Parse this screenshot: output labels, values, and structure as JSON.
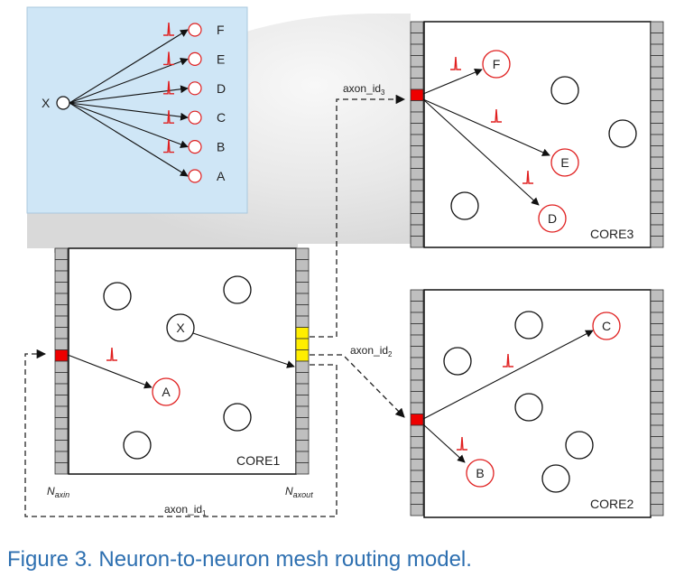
{
  "figure": {
    "caption": "Figure 3. Neuron-to-neuron mesh routing model."
  },
  "inset": {
    "source": "X",
    "targets": [
      "F",
      "E",
      "D",
      "C",
      "B",
      "A"
    ]
  },
  "cores": {
    "core1": {
      "label": "CORE1",
      "neurons": [
        "X",
        "A"
      ],
      "axin_label": "N",
      "axin_sub": "axin",
      "axout_label": "N",
      "axout_sub": "axout"
    },
    "core2": {
      "label": "CORE2",
      "neurons": [
        "C",
        "B"
      ]
    },
    "core3": {
      "label": "CORE3",
      "neurons": [
        "F",
        "E",
        "D"
      ]
    }
  },
  "axons": {
    "axon1": {
      "base": "axon_id",
      "sub": "1"
    },
    "axon2": {
      "base": "axon_id",
      "sub": "2"
    },
    "axon3": {
      "base": "axon_id",
      "sub": "3"
    }
  },
  "colors": {
    "inset_bg": "#cfe6f6",
    "spike": "#e02020",
    "neuron_target": "#e02020",
    "input_port": "#ee0000",
    "output_port": "#ffee00",
    "caption": "#2d6fb0"
  }
}
